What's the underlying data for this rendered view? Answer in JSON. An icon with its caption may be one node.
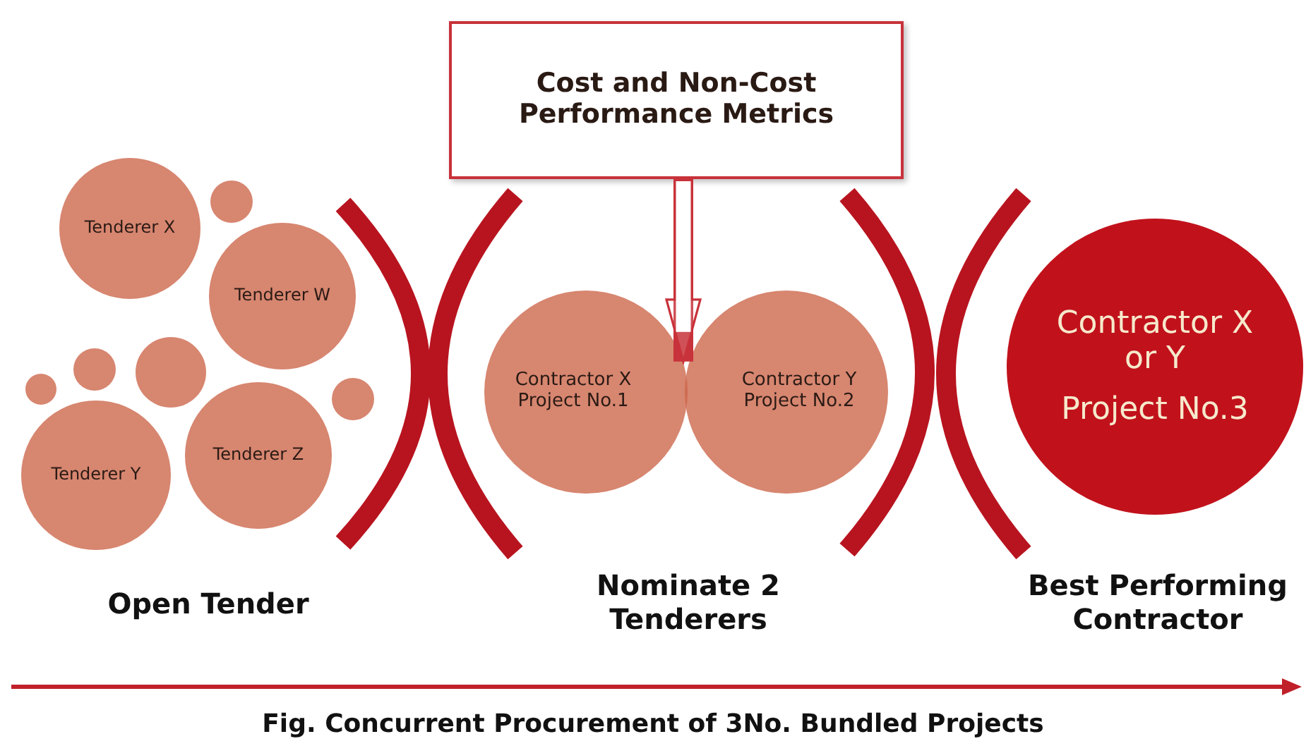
{
  "diagram": {
    "caption": "Fig. Concurrent Procurement of 3No. Bundled Projects",
    "nodes": [
      {
        "text": [
          "Cost and Non-Cost Performance Metrics"
        ]
      },
      {
        "text": [
          "Tenderer X"
        ]
      },
      {
        "text": [
          "Tenderer W"
        ]
      },
      {
        "text": [
          "Tenderer Y"
        ]
      },
      {
        "text": [
          "Tenderer Z"
        ]
      },
      {
        "text": [],
        "shape": "circle"
      },
      {
        "text": [],
        "shape": "circle"
      },
      {
        "text": [],
        "shape": "circle"
      },
      {
        "text": [],
        "shape": "circle"
      },
      {
        "text": [],
        "shape": "circle"
      },
      {
        "text": [
          "Contractor X Project No.1"
        ]
      },
      {
        "text": [
          "Contractor Y Project No.2"
        ]
      },
      {
        "text": [
          "Contractor X or Y",
          "Project No.3"
        ]
      }
    ],
    "edges": [
      {
        "from": 0,
        "to": 10,
        "arrow": "to"
      }
    ],
    "labels": [
      "Open Tender",
      "Nominate 2 Tenderers",
      "Best Performing Contractor"
    ]
  }
}
